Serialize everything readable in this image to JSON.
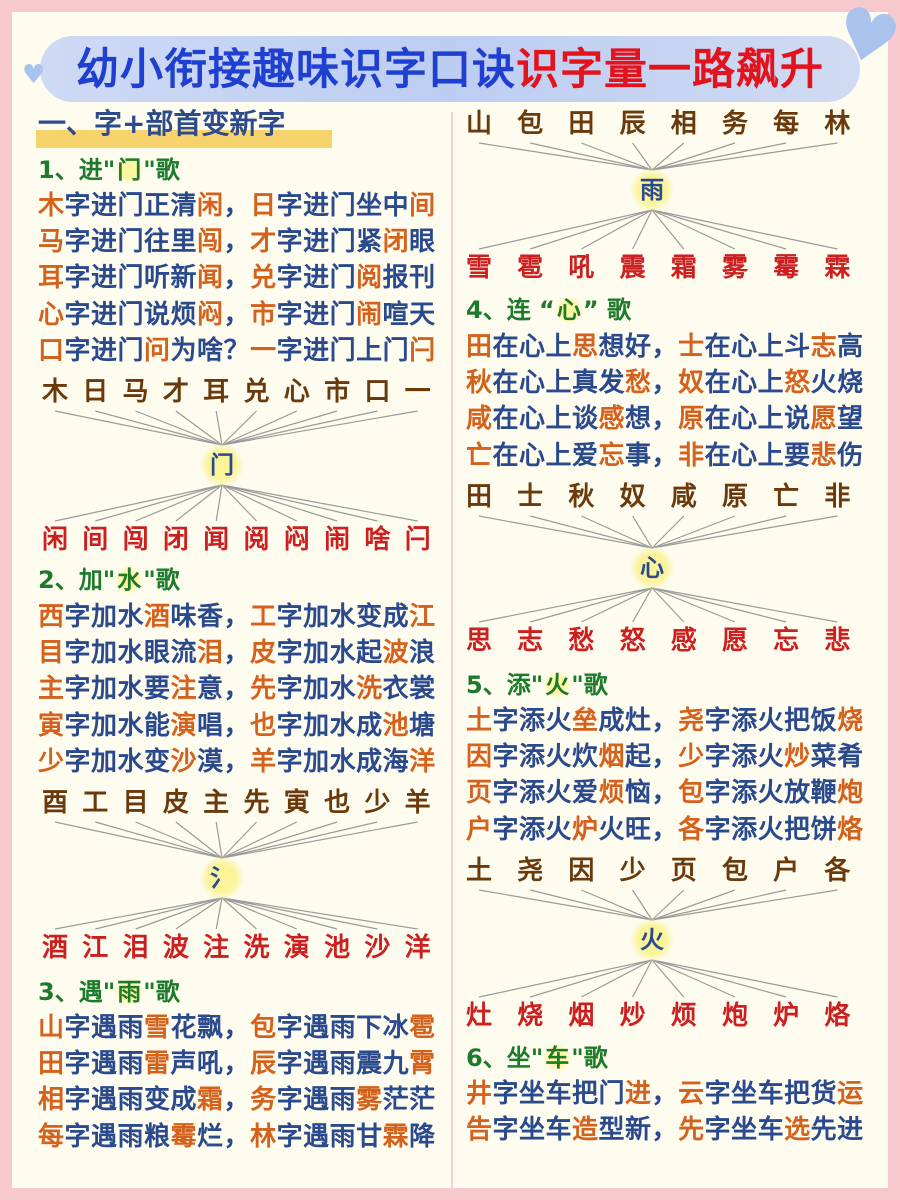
{
  "title": {
    "blue_part": "幼小衔接趣味识字口诀",
    "red_part": "识字量一路飙升"
  },
  "section_heading": "一、字+部首变新字",
  "colors": {
    "title_blue": "#1f3fd0",
    "title_red": "#e3131d",
    "song_title": "#1d7a2a",
    "text": "#2b4a8e",
    "highlight": "#d4611c",
    "base_char": "#6a3a0c",
    "result_char": "#cc2020",
    "background": "#f6c9cf",
    "card": "#fdfcef"
  },
  "songs": [
    {
      "prefix": "1、进\"",
      "key": "门",
      "suffix": "\"歌",
      "lines": [
        [
          "木",
          "字进门正清",
          "闲",
          "，",
          "日",
          "字进门坐中",
          "间"
        ],
        [
          "马",
          "字进门往里",
          "闯",
          "，",
          "才",
          "字进门紧",
          "闭",
          "眼"
        ],
        [
          "耳",
          "字进门听新",
          "闻",
          "，",
          "兑",
          "字进门",
          "阅",
          "报刊"
        ],
        [
          "心",
          "字进门说烦",
          "闷",
          "，",
          "市",
          "字进门",
          "闹",
          "喧天"
        ],
        [
          "口",
          "字进门",
          "问",
          "为啥？",
          "一",
          "字进门上门",
          "闩"
        ]
      ],
      "diagram": {
        "top": [
          "木",
          "日",
          "马",
          "才",
          "耳",
          "兑",
          "心",
          "市",
          "口",
          "一"
        ],
        "center": "门",
        "bottom": [
          "闲",
          "间",
          "闯",
          "闭",
          "闻",
          "阅",
          "闷",
          "闹",
          "啥",
          "闩"
        ]
      }
    },
    {
      "prefix": "2、加\"",
      "key": "水",
      "suffix": "\"歌",
      "lines": [
        [
          "西",
          "字加水",
          "酒",
          "味香，",
          "工",
          "字加水变成",
          "江"
        ],
        [
          "目",
          "字加水眼流",
          "泪",
          "，",
          "皮",
          "字加水起",
          "波",
          "浪"
        ],
        [
          "主",
          "字加水要",
          "注",
          "意，",
          "先",
          "字加水",
          "洗",
          "衣裳"
        ],
        [
          "寅",
          "字加水能",
          "演",
          "唱，",
          "也",
          "字加水成",
          "池",
          "塘"
        ],
        [
          "少",
          "字加水变",
          "沙",
          "漠，",
          "羊",
          "字加水成海",
          "洋"
        ]
      ],
      "diagram": {
        "top": [
          "酉",
          "工",
          "目",
          "皮",
          "主",
          "先",
          "寅",
          "也",
          "少",
          "羊"
        ],
        "center": "氵",
        "bottom": [
          "酒",
          "江",
          "泪",
          "波",
          "注",
          "洗",
          "演",
          "池",
          "沙",
          "洋"
        ]
      }
    },
    {
      "prefix": "3、遇\"",
      "key": "雨",
      "suffix": "\"歌",
      "lines": [
        [
          "山",
          "字遇雨",
          "雪",
          "花飘，",
          "包",
          "字遇雨下冰",
          "雹"
        ],
        [
          "田",
          "字遇雨",
          "雷",
          "声吼，",
          "辰",
          "字遇雨震九",
          "霄"
        ],
        [
          "相",
          "字遇雨变成",
          "霜",
          "，",
          "务",
          "字遇雨",
          "雾",
          "茫茫"
        ],
        [
          "每",
          "字遇雨粮",
          "霉",
          "烂，",
          "林",
          "字遇雨甘",
          "霖",
          "降"
        ]
      ],
      "diagram": {
        "top": [
          "山",
          "包",
          "田",
          "辰",
          "相",
          "务",
          "每",
          "林"
        ],
        "center": "雨",
        "bottom": [
          "雪",
          "雹",
          "吼",
          "震",
          "霜",
          "雾",
          "霉",
          "霖"
        ]
      }
    },
    {
      "prefix": "4、连 “",
      "key": "心",
      "suffix": "” 歌",
      "lines": [
        [
          "田",
          "在心上",
          "思",
          "想好，",
          "士",
          "在心上斗",
          "志",
          "高"
        ],
        [
          "秋",
          "在心上真发",
          "愁",
          "，",
          "奴",
          "在心上",
          "怒",
          "火烧"
        ],
        [
          "咸",
          "在心上谈",
          "感",
          "想，",
          "原",
          "在心上说",
          "愿",
          "望"
        ],
        [
          "亡",
          "在心上爱",
          "忘",
          "事，",
          "非",
          "在心上要",
          "悲",
          "伤"
        ]
      ],
      "diagram": {
        "top": [
          "田",
          "士",
          "秋",
          "奴",
          "咸",
          "原",
          "亡",
          "非"
        ],
        "center": "心",
        "bottom": [
          "思",
          "志",
          "愁",
          "怒",
          "感",
          "愿",
          "忘",
          "悲"
        ]
      }
    },
    {
      "prefix": "5、添\"",
      "key": "火",
      "suffix": "\"歌",
      "lines": [
        [
          "土",
          "字添火",
          "垒",
          "成灶，",
          "尧",
          "字添火把饭",
          "烧"
        ],
        [
          "因",
          "字添火炊",
          "烟",
          "起，",
          "少",
          "字添火",
          "炒",
          "菜肴"
        ],
        [
          "页",
          "字添火爱",
          "烦",
          "恼，",
          "包",
          "字添火放鞭",
          "炮"
        ],
        [
          "户",
          "字添火",
          "炉",
          "火旺，",
          "各",
          "字添火把饼",
          "烙"
        ]
      ],
      "diagram": {
        "top": [
          "土",
          "尧",
          "因",
          "少",
          "页",
          "包",
          "户",
          "各"
        ],
        "center": "火",
        "bottom": [
          "灶",
          "烧",
          "烟",
          "炒",
          "烦",
          "炮",
          "炉",
          "烙"
        ]
      }
    },
    {
      "prefix": "6、坐\"",
      "key": "车",
      "suffix": "\"歌",
      "lines": [
        [
          "井",
          "字坐车把门",
          "进",
          "，",
          "云",
          "字坐车把货",
          "运"
        ],
        [
          "告",
          "字坐车",
          "造",
          "型新，",
          "先",
          "字坐车",
          "选",
          "先进"
        ]
      ]
    }
  ]
}
